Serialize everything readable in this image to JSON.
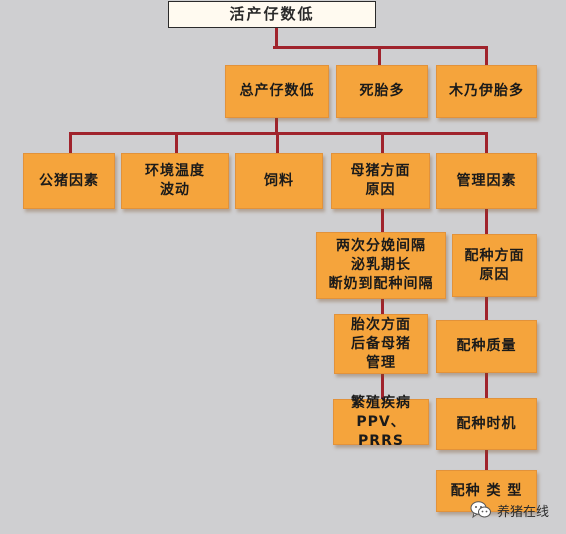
{
  "diagram": {
    "root": "活产仔数低",
    "level1": [
      "总产仔数低",
      "死胎多",
      "木乃伊胎多"
    ],
    "level2": [
      "公猪因素",
      "环境温度\n波动",
      "饲料",
      "母猪方面\n原因",
      "管理因素"
    ],
    "sow_branch": [
      "两次分娩间隔\n泌乳期长\n断奶到配种间隔",
      "胎次方面\n后备母猪\n管理",
      "繁殖疾病\nPPV、PRRS"
    ],
    "mgmt_branch": [
      "配种方面\n原因",
      "配种质量",
      "配种时机",
      "配种 类 型"
    ]
  },
  "watermark": {
    "text": "养猪在线",
    "icon": "wechat-icon"
  },
  "colors": {
    "box_fill": "#f5a43c",
    "connector": "#a0232c",
    "background": "#cfcfd1",
    "root_fill": "#fffaf0"
  }
}
